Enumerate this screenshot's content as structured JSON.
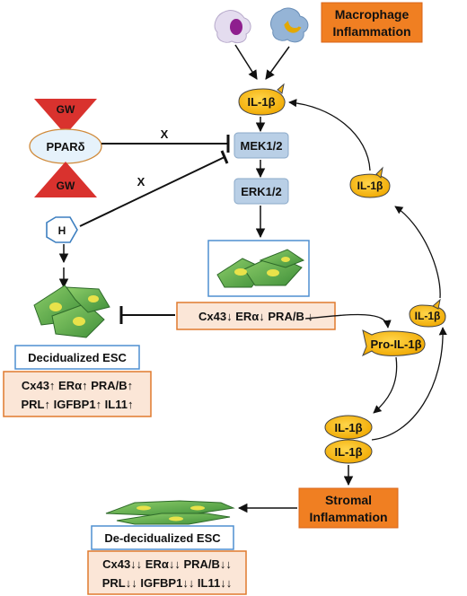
{
  "macrophage": {
    "line1": "Macrophage",
    "line2": "Inflammation",
    "box_color": "#f07f22",
    "text_color": "#7a0a0a"
  },
  "pathway": {
    "il1b_top": "IL-1β",
    "mek": "MEK1/2",
    "erk": "ERK1/2",
    "node_color": "#b9cfe6"
  },
  "ppar": {
    "label": "PPARδ",
    "agonist": "GW",
    "agonist_color": "#d9322e",
    "inhibit_mark": "X"
  },
  "h_node": {
    "label": "H",
    "inhibit_mark": "X"
  },
  "stroma_effect": {
    "text": "Cx43↓  ERα↓ PRA/B ↓"
  },
  "decidualized": {
    "title": "Decidualized ESC",
    "line1": "Cx43↑  ERα↑ PRA/B↑",
    "line2": "PRL↑ IGFBP1↑ IL11↑"
  },
  "cycle": {
    "il1b_right_upper": "IL-1β",
    "il1b_right_lower": "IL-1β",
    "pro": "Pro-IL-1β",
    "pair_top": "IL-1β",
    "pair_bottom": "IL-1β",
    "il1b_color": "#f6b512"
  },
  "stromal": {
    "line1": "Stromal",
    "line2": "Inflammation",
    "box_color": "#f07f22",
    "text_color": "#7a0a0a"
  },
  "dedecidualized": {
    "title": "De-decidualized ESC",
    "line1": "Cx43↓↓  ERα↓↓  PRA/B↓↓",
    "line2": "PRL↓↓ IGFBP1↓↓ IL11↓↓"
  },
  "effect_box_color": "#fbe6d7"
}
